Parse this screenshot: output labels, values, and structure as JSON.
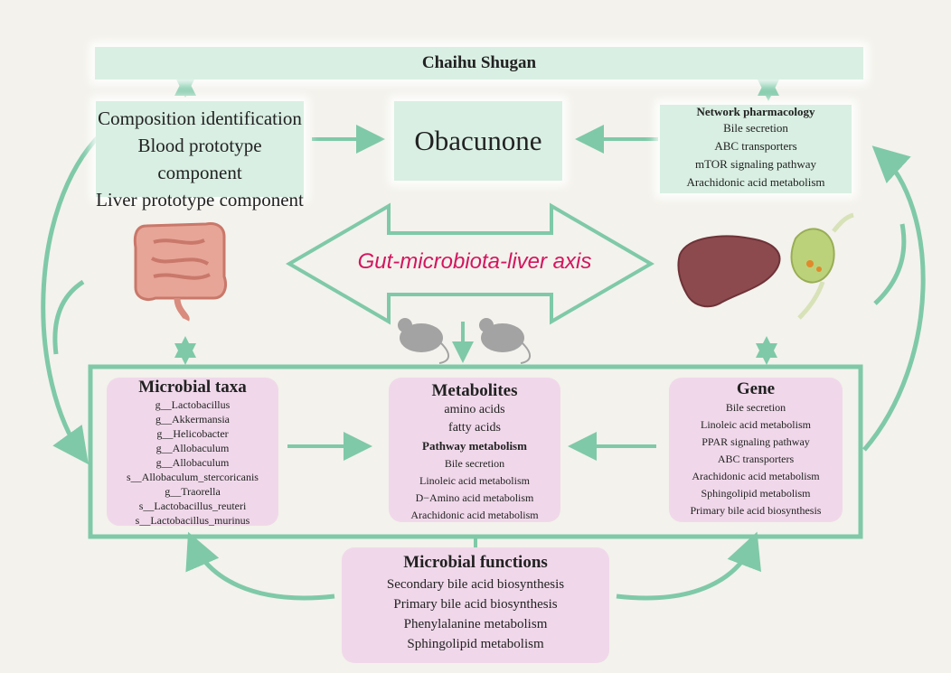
{
  "title": "Chaihu Shugan",
  "composition": {
    "lines": [
      "Composition identification",
      "Blood prototype component",
      "Liver prototype component"
    ]
  },
  "center": {
    "label": "Obacunone"
  },
  "network": {
    "heading": "Network pharmacology",
    "items": [
      "Bile secretion",
      "ABC transporters",
      "mTOR signaling pathway",
      "Arachidonic acid metabolism"
    ]
  },
  "axis": {
    "label": "Gut-microbiota-liver axis"
  },
  "microbial_taxa": {
    "heading": "Microbial taxa",
    "items": [
      "g__Lactobacillus",
      "g__Akkermansia",
      "g__Helicobacter",
      "g__Allobaculum",
      "g__Allobaculum",
      "s__Allobaculum_stercoricanis",
      "g__Traorella",
      "s__Lactobacillus_reuteri",
      "s__Lactobacillus_murinus"
    ]
  },
  "metabolites": {
    "heading": "Metabolites",
    "items": [
      "amino acids",
      "fatty acids"
    ],
    "pathway_heading": "Pathway metabolism",
    "pathways": [
      "Bile secretion",
      "Linoleic acid metabolism",
      "D−Amino acid metabolism",
      "Arachidonic acid metabolism"
    ]
  },
  "gene": {
    "heading": "Gene",
    "items": [
      "Bile secretion",
      "Linoleic acid metabolism",
      "PPAR signaling pathway",
      "ABC transporters",
      "Arachidonic acid metabolism",
      "Sphingolipid metabolism",
      "Primary bile acid biosynthesis"
    ]
  },
  "microbial_functions": {
    "heading": "Microbial functions",
    "items": [
      "Secondary bile acid biosynthesis",
      "Primary bile acid biosynthesis",
      "Phenylalanine metabolism",
      "Sphingolipid metabolism"
    ]
  },
  "colors": {
    "arrow": "#7fc9a8",
    "green_box": "#d9efe3",
    "pink_box": "#f0d8ea",
    "axis_text": "#d4155f"
  }
}
